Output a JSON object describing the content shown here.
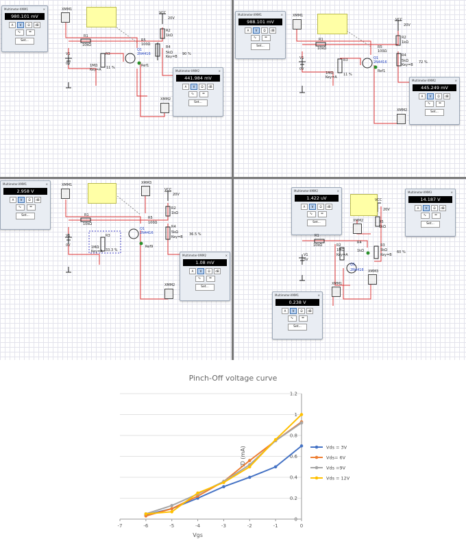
{
  "panels": [
    {
      "multimeters": [
        {
          "title": "Multimeter-XMM1",
          "reading": "980.101 mV"
        },
        {
          "title": "Multimeter-XMM2",
          "reading": "441.984 mV"
        }
      ],
      "labels": {
        "xmm1": "XMM1",
        "xmm2": "XMM2",
        "vcc": "VCC",
        "vcc_val": "20V",
        "r1": "R1",
        "r1_val": "10kΩ",
        "r2": "R2",
        "r2_val": "1kΩ",
        "r3": "R3",
        "r3_val": "1MΩ",
        "r3_key": "Key=A",
        "r3_pct": "11 %",
        "r4": "R4",
        "r4_val": "5kΩ",
        "r4_key": "Key=B",
        "r4_pct": "90 %",
        "v1": "V1",
        "v1_val": "0V",
        "q1": "Q1",
        "q1_part": "2N4416",
        "probe": "Ref1",
        "r5": "R5",
        "r5_val": "100Ω"
      }
    },
    {
      "multimeters": [
        {
          "title": "Multimeter-XMM1",
          "reading": "988.101 mV"
        },
        {
          "title": "Multimeter-XMM2",
          "reading": "445.249 mV"
        }
      ],
      "labels": {
        "xmm1": "XMM1",
        "xmm2": "XMM2",
        "vcc": "VCC",
        "vcc_val": "20V",
        "r1": "R1",
        "r1_val": "10kΩ",
        "r2": "R2",
        "r2_val": "1kΩ",
        "r3": "R3",
        "r3_val": "1MΩ",
        "r3_key": "Key=A",
        "r3_pct": "11 %",
        "r4": "R4",
        "r4_val": "5kΩ",
        "r4_key": "Key=B",
        "r4_pct": "72 %",
        "v1": "V1",
        "v1_val": "0V",
        "q1": "Q1",
        "q1_part": "2N4416",
        "probe": "Ref1",
        "r5": "R5",
        "r5_val": "100Ω"
      }
    },
    {
      "multimeters": [
        {
          "title": "Multimeter-XMM1",
          "reading": "2.958 V"
        },
        {
          "title": "Multimeter-XMM2",
          "reading": "1.08 mV"
        }
      ],
      "labels": {
        "xmm1": "XMM1",
        "xmm2": "XMM2",
        "xmm3": "XMM3",
        "vcc": "VCC",
        "vcc_val": "20V",
        "r1": "R1",
        "r1_val": "10kΩ",
        "r2": "R2",
        "r2_val": "1kΩ",
        "r3": "R3",
        "r3_val": "1MΩ",
        "r3_key": "Key=A",
        "r3_pct": "33.3 %",
        "r4": "R4",
        "r4_val": "5kΩ",
        "r4_key": "Key=B",
        "r4_pct": "36.5 %",
        "v1": "V1",
        "v1_val": "0V",
        "q1": "Q1",
        "q1_part": "2N4416",
        "probe": "Ref9",
        "r5": "R5",
        "r5_val": "100Ω"
      }
    },
    {
      "multimeters": [
        {
          "title": "Multimeter-XMM2",
          "reading": "1.422 uV"
        },
        {
          "title": "Multimeter-XMM3",
          "reading": "14.187 V"
        },
        {
          "title": "Multimeter-XMM1",
          "reading": "0.238 V"
        }
      ],
      "labels": {
        "xmm1": "XMM1",
        "xmm2": "XMM2",
        "xmm3": "XMM3",
        "vcc": "VCC",
        "vcc_val": "20V",
        "r1": "R1",
        "r1_val": "10kΩ",
        "r2": "R2",
        "r2_val": "1MΩ",
        "r2_key": "Key=A",
        "r3": "R3",
        "r3_val": "5kΩ",
        "r3_key": "Key=B",
        "r3_pct": "60 %",
        "r4": "R4",
        "r4_val": "1kΩ",
        "r5": "R5",
        "r5_val": "1kΩ",
        "v1": "V1",
        "v1_val": "5V",
        "q1": "Q1",
        "q1_part": "2N4416"
      }
    }
  ],
  "meter_buttons": [
    "A",
    "V",
    "Ω",
    "dB"
  ],
  "meter_set_label": "Set...",
  "chart_data": {
    "type": "line",
    "title": "Pinch-Off voltage curve",
    "xlabel": "Vgs",
    "ylabel": "ID (mA)",
    "x": [
      -6,
      -5,
      -4,
      -3,
      -2,
      -1,
      0
    ],
    "xlim": [
      -7,
      0
    ],
    "ylim": [
      0,
      1.2
    ],
    "xticks": [
      -7,
      -6,
      -5,
      -4,
      -3,
      -2,
      -1,
      0
    ],
    "yticks": [
      0,
      0.2,
      0.4,
      0.6,
      0.8,
      1,
      1.2
    ],
    "grid": "horizontal",
    "legend_position": "right",
    "series": [
      {
        "name": "Vds = 3V",
        "color": "#4472c4",
        "values": [
          0.04,
          0.1,
          0.2,
          0.31,
          0.4,
          0.5,
          0.7
        ]
      },
      {
        "name": "Vds= 6V",
        "color": "#ed7d31",
        "values": [
          0.03,
          0.1,
          0.22,
          0.36,
          0.56,
          0.75,
          0.93
        ]
      },
      {
        "name": "Vds =9V",
        "color": "#a5a5a5",
        "values": [
          0.05,
          0.13,
          0.24,
          0.36,
          0.52,
          0.75,
          0.92
        ]
      },
      {
        "name": "Vds = 12V",
        "color": "#ffc000",
        "values": [
          0.05,
          0.07,
          0.25,
          0.35,
          0.5,
          0.76,
          1.0
        ]
      }
    ]
  }
}
